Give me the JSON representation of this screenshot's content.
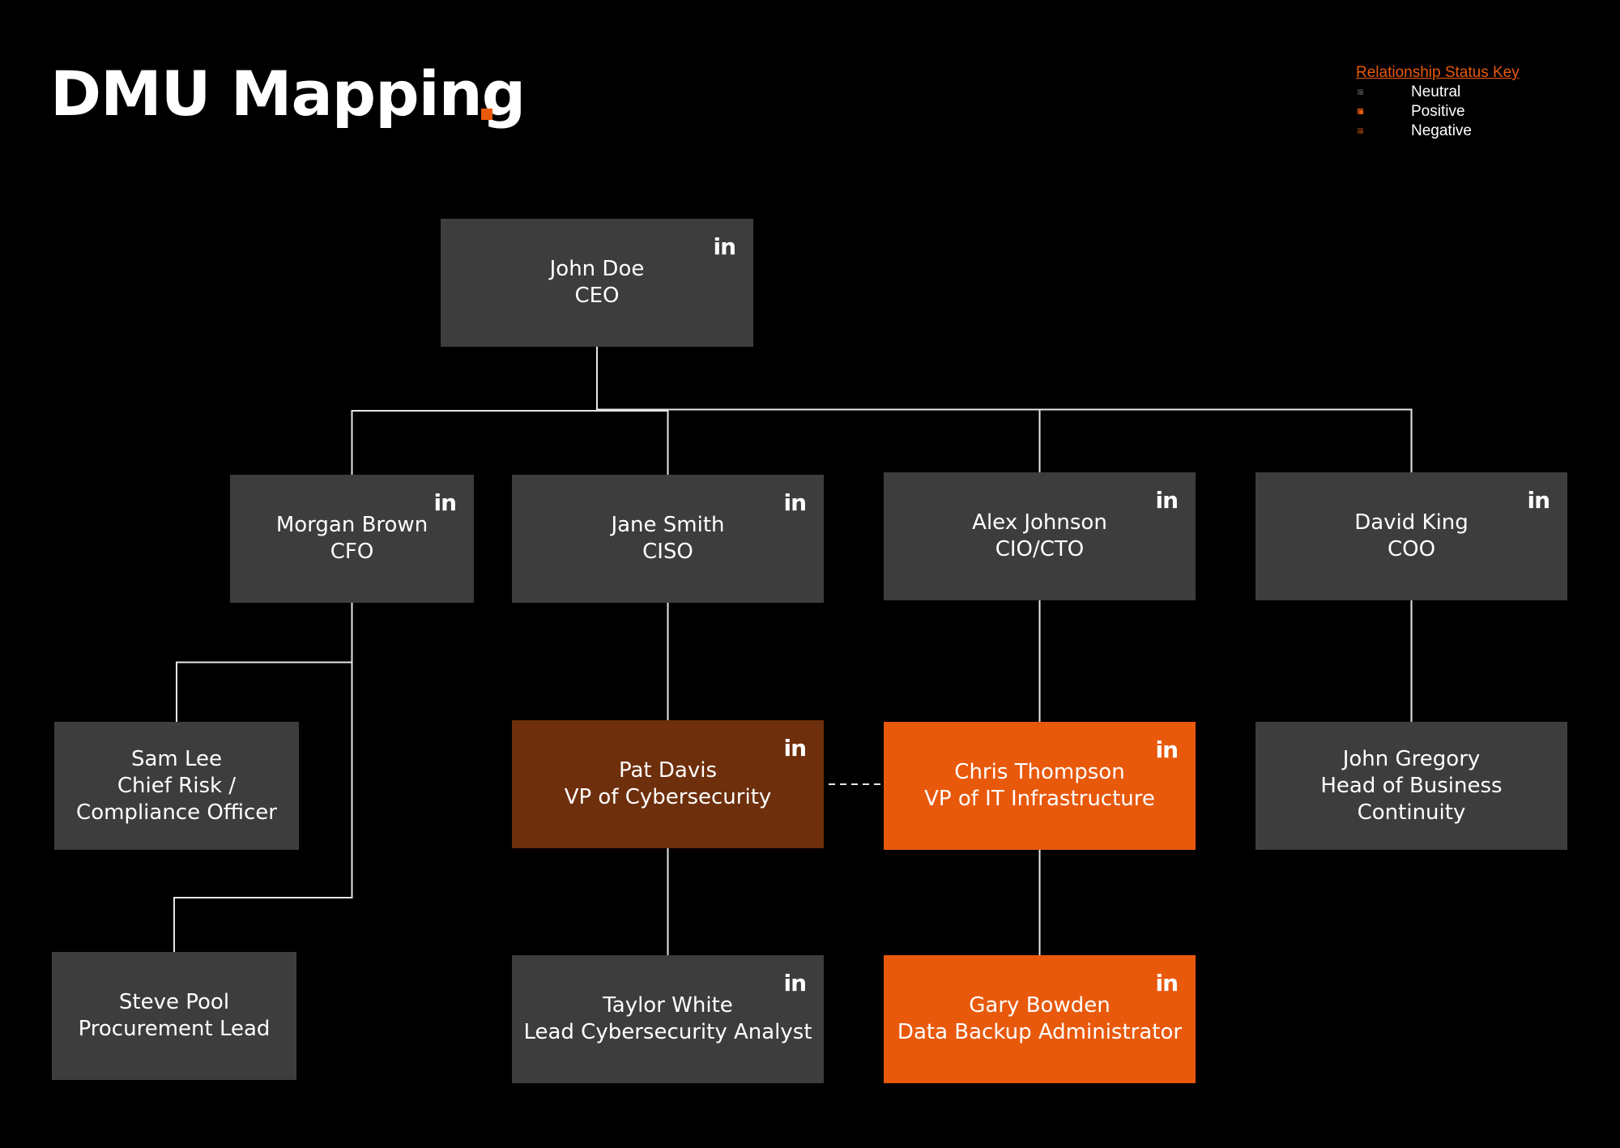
{
  "title": "DMU Mapping",
  "colors": {
    "background": "#000000",
    "neutral": "#3d3d3d",
    "positive": "#e8590c",
    "negative": "#6e2f0c",
    "accent": "#e8590c",
    "connector": "#e6e6e6"
  },
  "legend": {
    "title": "Relationship Status Key",
    "items": [
      {
        "label": "Neutral",
        "status": "neutral"
      },
      {
        "label": "Positive",
        "status": "positive"
      },
      {
        "label": "Negative",
        "status": "negative"
      }
    ]
  },
  "linkedin_label": "in",
  "nodes": [
    {
      "id": "john-doe",
      "name": "John Doe",
      "lines": [
        "CEO"
      ],
      "status": "neutral",
      "linkedin": true
    },
    {
      "id": "morgan-brown",
      "name": "Morgan Brown",
      "lines": [
        "CFO"
      ],
      "status": "neutral",
      "linkedin": true
    },
    {
      "id": "jane-smith",
      "name": "Jane Smith",
      "lines": [
        "CISO"
      ],
      "status": "neutral",
      "linkedin": true
    },
    {
      "id": "alex-johnson",
      "name": "Alex Johnson",
      "lines": [
        "CIO/CTO"
      ],
      "status": "neutral",
      "linkedin": true
    },
    {
      "id": "david-king",
      "name": "David King",
      "lines": [
        "COO"
      ],
      "status": "neutral",
      "linkedin": true
    },
    {
      "id": "sam-lee",
      "name": "Sam Lee",
      "lines": [
        "Chief Risk /",
        "Compliance Officer"
      ],
      "status": "neutral",
      "linkedin": false
    },
    {
      "id": "pat-davis",
      "name": "Pat Davis",
      "lines": [
        "VP of Cybersecurity"
      ],
      "status": "negative",
      "linkedin": true
    },
    {
      "id": "chris-thompson",
      "name": "Chris Thompson",
      "lines": [
        "VP of IT Infrastructure"
      ],
      "status": "positive",
      "linkedin": true
    },
    {
      "id": "john-gregory",
      "name": "John Gregory",
      "lines": [
        "Head of Business",
        "Continuity"
      ],
      "status": "neutral",
      "linkedin": false
    },
    {
      "id": "steve-pool",
      "name": "Steve Pool",
      "lines": [
        "Procurement Lead"
      ],
      "status": "neutral",
      "linkedin": false
    },
    {
      "id": "taylor-white",
      "name": "Taylor White",
      "lines": [
        "Lead Cybersecurity Analyst"
      ],
      "status": "neutral",
      "linkedin": true
    },
    {
      "id": "gary-bowden",
      "name": "Gary Bowden",
      "lines": [
        "Data Backup Administrator"
      ],
      "status": "positive",
      "linkedin": true
    }
  ],
  "edges": [
    {
      "from": "john-doe",
      "to": "morgan-brown",
      "type": "solid"
    },
    {
      "from": "john-doe",
      "to": "jane-smith",
      "type": "solid"
    },
    {
      "from": "john-doe",
      "to": "alex-johnson",
      "type": "solid"
    },
    {
      "from": "john-doe",
      "to": "david-king",
      "type": "solid"
    },
    {
      "from": "morgan-brown",
      "to": "sam-lee",
      "type": "solid"
    },
    {
      "from": "morgan-brown",
      "to": "steve-pool",
      "type": "solid"
    },
    {
      "from": "jane-smith",
      "to": "pat-davis",
      "type": "solid"
    },
    {
      "from": "alex-johnson",
      "to": "chris-thompson",
      "type": "solid"
    },
    {
      "from": "david-king",
      "to": "john-gregory",
      "type": "solid"
    },
    {
      "from": "pat-davis",
      "to": "taylor-white",
      "type": "solid"
    },
    {
      "from": "chris-thompson",
      "to": "gary-bowden",
      "type": "solid"
    },
    {
      "from": "pat-davis",
      "to": "chris-thompson",
      "type": "dashed"
    }
  ]
}
